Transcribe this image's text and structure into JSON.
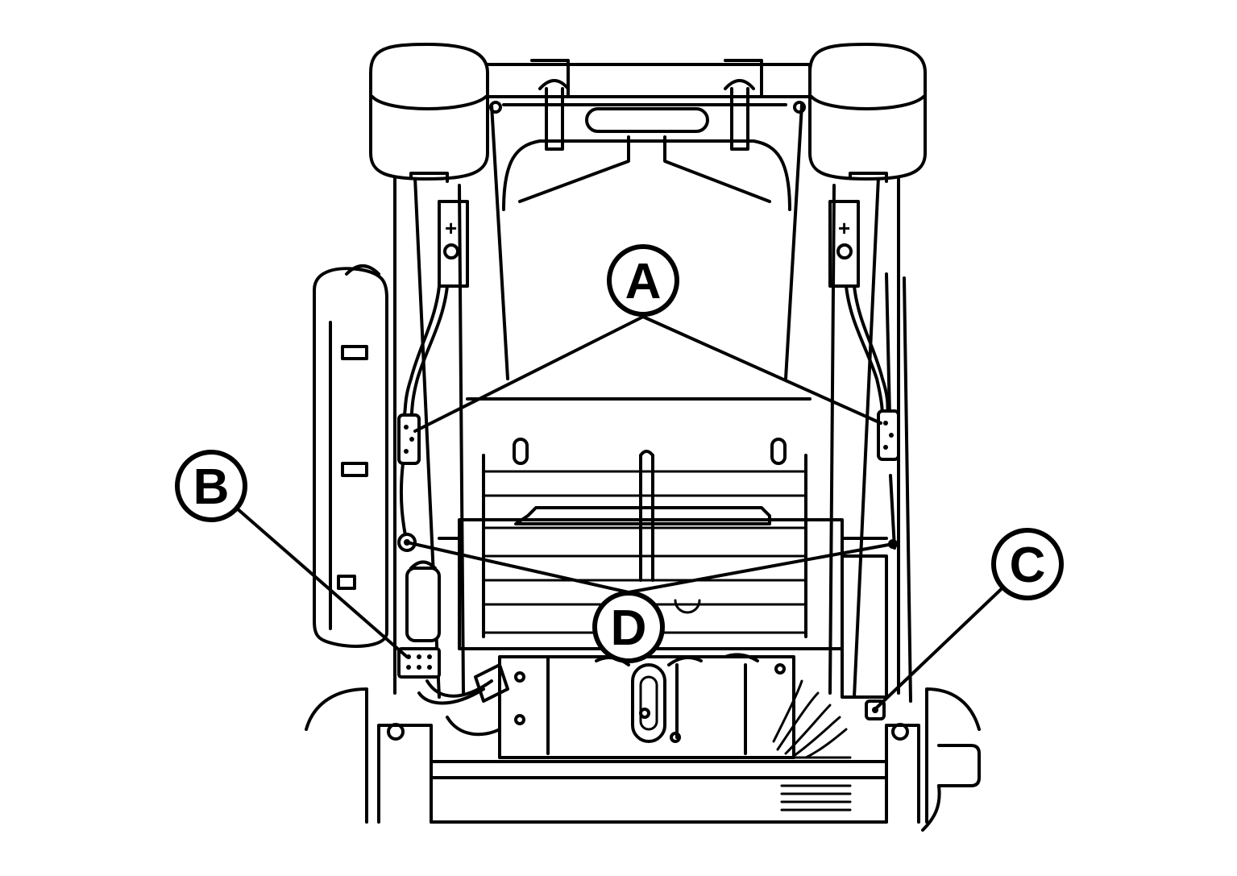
{
  "callouts": {
    "a": {
      "letter": "A"
    },
    "b": {
      "letter": "B"
    },
    "c": {
      "letter": "C"
    },
    "d": {
      "letter": "D"
    }
  },
  "markings": {
    "left_plus": "+",
    "right_plus": "+"
  }
}
